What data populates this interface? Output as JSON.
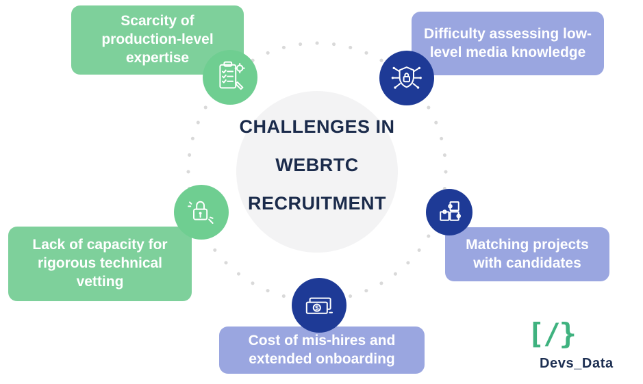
{
  "title": {
    "lines": [
      "CHALLENGES IN",
      "WEBRTC",
      "RECRUITMENT"
    ]
  },
  "items": [
    {
      "label": "Scarcity of production-level expertise",
      "icon": "checklist-icon",
      "theme": "green"
    },
    {
      "label": "Difficulty assessing low-level media knowledge",
      "icon": "network-shield-icon",
      "theme": "blue"
    },
    {
      "label": "Lack of capacity for rigorous technical vetting",
      "icon": "lock-icon",
      "theme": "green"
    },
    {
      "label": "Matching projects with candidates",
      "icon": "puzzle-icon",
      "theme": "blue"
    },
    {
      "label": "Cost of mis-hires and extended onboarding",
      "icon": "money-icon",
      "theme": "blue"
    }
  ],
  "logo": {
    "glyphs": "[/}",
    "text": "Devs_Data"
  },
  "colors": {
    "green_box": "#7ed09b",
    "green_circle": "#6fce91",
    "lavender_box": "#9aa6e0",
    "blue_circle": "#1e3a96",
    "title_text": "#1b2b4b",
    "logo_green": "#3fb27f",
    "logo_navy": "#1d2f52",
    "center_circle": "#f3f3f4",
    "dots": "#d9d9d9"
  }
}
